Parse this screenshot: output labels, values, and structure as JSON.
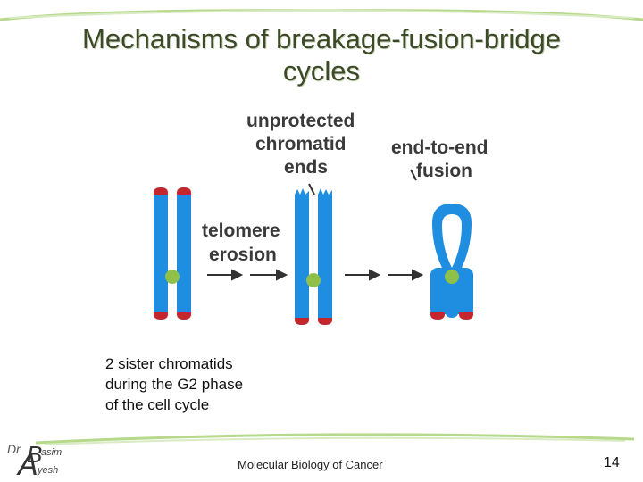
{
  "title": {
    "line1": "Mechanisms of breakage-fusion-bridge",
    "line2": "cycles"
  },
  "diagram": {
    "label_unprotected": [
      "unprotected",
      "chromatid",
      "ends"
    ],
    "label_fusion": [
      "end-to-end",
      "fusion"
    ],
    "label_erosion": [
      "telomere",
      "erosion"
    ]
  },
  "caption": {
    "line1": "2 sister chromatids",
    "line2": "during the G2 phase",
    "line3": "of the cell cycle"
  },
  "footer": {
    "course": "Molecular Biology of Cancer",
    "page": "14",
    "logo_text": "Dr Basim Ayesh"
  },
  "colors": {
    "title": "#3c4a27",
    "chromatid": "#1f8de0",
    "telomere": "#c4262e",
    "centromere": "#8fc04a",
    "border_green": "#b6d98c"
  }
}
